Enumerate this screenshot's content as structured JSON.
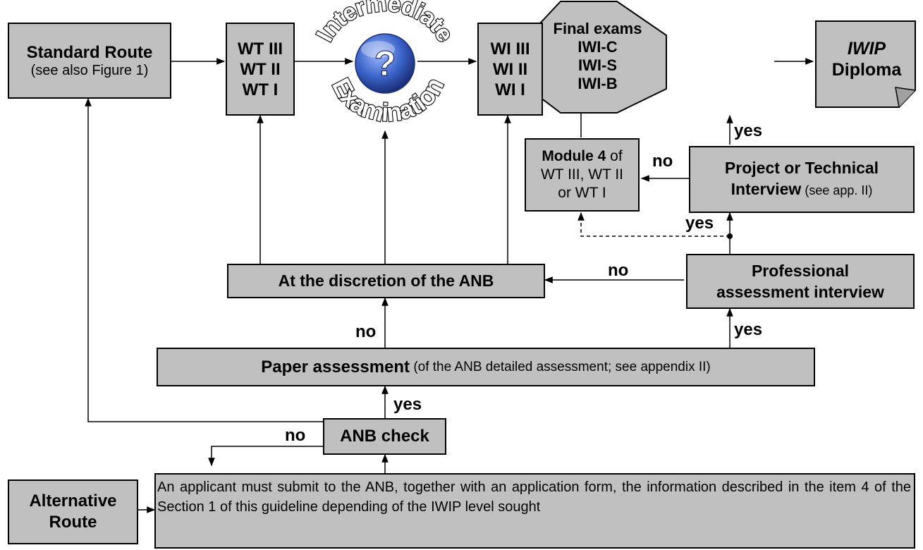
{
  "standard_route": {
    "title": "Standard Route",
    "subtitle": "(see also Figure 1)"
  },
  "wt_box": {
    "line1": "WT III",
    "line2": "WT II",
    "line3": "WT I"
  },
  "intermediate": {
    "top_text": "Intermediate",
    "bottom_text": "Examination",
    "icon_glyph": "?"
  },
  "wi_box": {
    "line1": "WI III",
    "line2": "WI II",
    "line3": "WI I"
  },
  "final_exams": {
    "title": "Final exams",
    "line1": "IWI-C",
    "line2": "IWI-S",
    "line3": "IWI-B"
  },
  "diploma": {
    "line1": "IWIP",
    "line2": "Diploma"
  },
  "module4": {
    "bold": "Module 4",
    "rest1": " of",
    "line2": "WT III, WT II",
    "line3": "or WT I"
  },
  "project_interview": {
    "line1": "Project or Technical",
    "line2_bold": "Interview",
    "line2_rest": " (see app. II)"
  },
  "discretion": {
    "text": "At the discretion of the ANB"
  },
  "professional_interview": {
    "line1": "Professional",
    "line2": "assessment interview"
  },
  "paper_assessment": {
    "bold": "Paper assessment",
    "rest": " (of the ANB detailed assessment; see appendix II)"
  },
  "anb_check": {
    "text": "ANB check"
  },
  "alternative_route": {
    "line1": "Alternative",
    "line2": "Route"
  },
  "application": {
    "text": "An applicant must submit to the ANB, together with an application form, the information described in the item 4 of the Section 1 of this guideline depending of the IWIP level sought"
  },
  "labels": {
    "yes_final": "yes",
    "no_module": "no",
    "yes_dashed": "yes",
    "no_prof": "no",
    "no_paper": "no",
    "yes_paper": "yes",
    "yes_check": "yes",
    "no_check": "no"
  },
  "colors": {
    "box_fill": "#c0c0c0",
    "icon_blue": "#3a63c8"
  }
}
